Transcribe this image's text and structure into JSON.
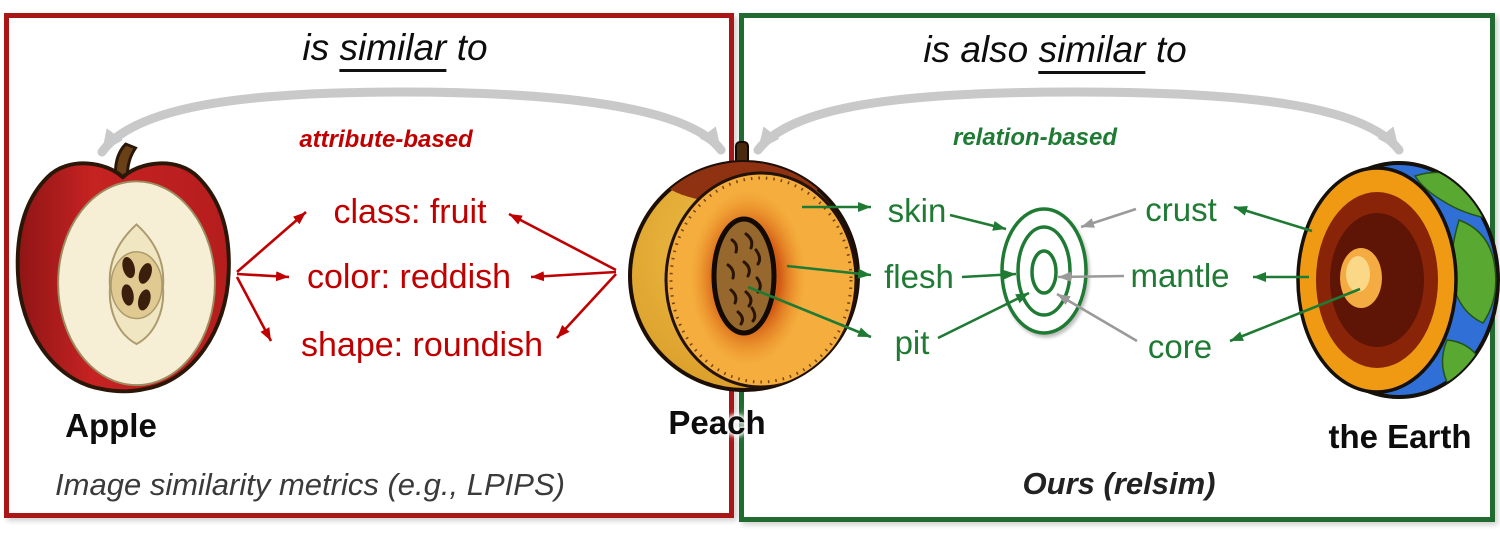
{
  "left_panel": {
    "header": {
      "pre": "is",
      "emph": "similar",
      "post": "to"
    },
    "approach_label": "attribute-based",
    "attributes": [
      "class: fruit",
      "color: reddish",
      "shape: roundish"
    ],
    "subject_label": "Apple",
    "caption": "Image similarity metrics (e.g., LPIPS)"
  },
  "shared": {
    "middle_label": "Peach"
  },
  "right_panel": {
    "header": {
      "pre": "is also",
      "emph": "similar",
      "post": "to"
    },
    "approach_label": "relation-based",
    "peach_parts": [
      "skin",
      "flesh",
      "pit"
    ],
    "earth_parts": [
      "crust",
      "mantle",
      "core"
    ],
    "subject_label": "the Earth",
    "caption": "Ours (relsim)"
  },
  "figures": {
    "apple": "apple-cross-section-illustration",
    "peach": "peach-cross-section-illustration",
    "earth": "earth-cutaway-illustration",
    "rings": "concentric-rings-diagram",
    "left_arc": "similarity-arc-left",
    "right_arc": "similarity-arc-right"
  },
  "colors": {
    "red_accent": "#c00000",
    "red_border": "#a91616",
    "green_accent": "#1f7a33",
    "green_border": "#216b31",
    "gray_arrow": "#9a9a9a",
    "arc_gray": "#c9c9c9"
  }
}
